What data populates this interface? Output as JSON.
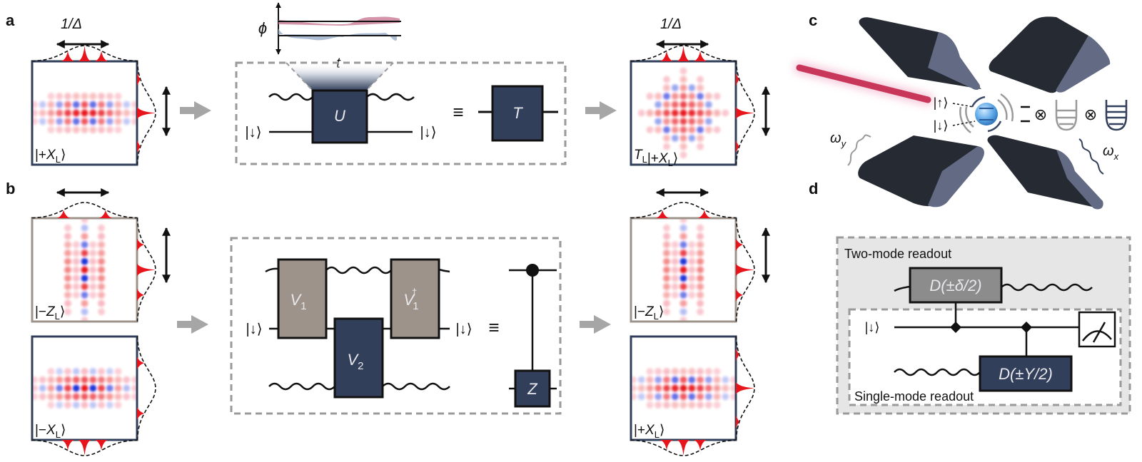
{
  "panels": {
    "a": {
      "letter": "a",
      "input_state": {
        "label": "|+X",
        "sub": "L",
        "close": "⟩",
        "pattern": "plusX"
      },
      "output_state": {
        "label_prefix": "T",
        "prefix_sub": "L",
        "label": "|+X",
        "sub": "L",
        "close": "⟩",
        "pattern": "tX"
      },
      "width_label": "1/Δ",
      "inset": {
        "y_axis": "ϕ",
        "x_axis": "t"
      },
      "circuit": {
        "input_ket": "|↓⟩",
        "output_ket": "|↓⟩",
        "gate_U": "U",
        "equiv": "≡",
        "gate_T": "T"
      }
    },
    "b": {
      "letter": "b",
      "input_states": [
        {
          "label": "|−Z",
          "sub": "L",
          "close": "⟩",
          "pattern": "minusZ"
        },
        {
          "label": "|−X",
          "sub": "L",
          "close": "⟩",
          "pattern": "minusX"
        }
      ],
      "output_states": [
        {
          "label": "|−Z",
          "sub": "L",
          "close": "⟩",
          "pattern": "minusZ"
        },
        {
          "label": "|+X",
          "sub": "L",
          "close": "⟩",
          "pattern": "plusX"
        }
      ],
      "circuit": {
        "input_ket": "|↓⟩",
        "output_ket": "|↓⟩",
        "gate_V1": "V",
        "gate_V1_sub": "1",
        "gate_V2": "V",
        "gate_V2_sub": "2",
        "gate_V1dag": "V",
        "gate_V1dag_sub": "1",
        "gate_V1dag_sup": "†",
        "equiv": "≡",
        "gate_Z": "Z"
      }
    },
    "c": {
      "letter": "c",
      "ket_up": "|↑⟩",
      "ket_down": "|↓⟩",
      "tensor": "⊗",
      "omega_y": "ω",
      "omega_y_sub": "y",
      "omega_x": "ω",
      "omega_x_sub": "x"
    },
    "d": {
      "letter": "d",
      "two_mode_label": "Two-mode readout",
      "single_mode_label": "Single-mode readout",
      "input_ket": "|↓⟩",
      "gate_delta": "D(±δ/2)",
      "gate_Y": "D(±Y/2)"
    }
  },
  "colors": {
    "navy_gate": "#323f5a",
    "taupe_gate": "#9d938a",
    "gray_gate": "#8c8c8c",
    "red": "#e8141c",
    "blue": "#1026d8",
    "arrow_gray": "#a6a6a6",
    "dash_gray": "#9a9a9a",
    "readout_bg": "#e6e6e6",
    "laser": "#c8365a",
    "electrode": "#262a33",
    "electrode_face": "#636b84"
  }
}
